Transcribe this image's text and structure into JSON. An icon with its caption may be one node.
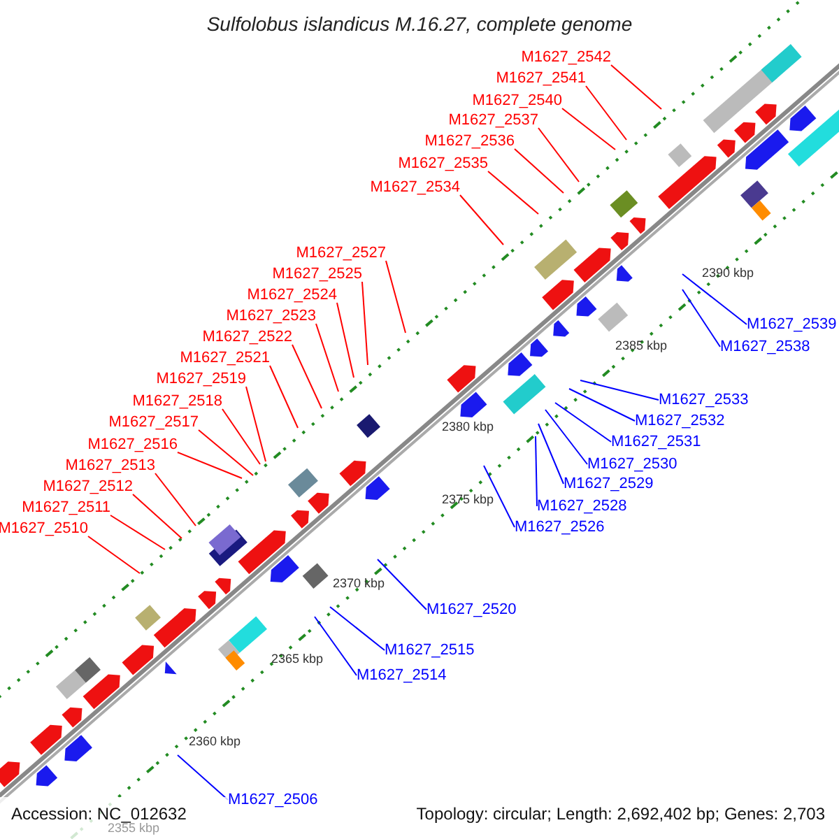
{
  "diagram": {
    "title": "Sulfolobus islandicus M.16.27, complete genome",
    "nodes": [
      {
        "text": [
          "M1627_2542"
        ]
      },
      {
        "text": [
          "M1627_2541"
        ]
      },
      {
        "text": [
          "M1627_2540"
        ]
      },
      {
        "text": [
          "M1627_2537"
        ]
      },
      {
        "text": [
          "M1627_2536"
        ]
      },
      {
        "text": [
          "M1627_2535"
        ]
      },
      {
        "text": [
          "M1627_2534"
        ]
      },
      {
        "text": [
          "M1627_2527"
        ]
      },
      {
        "text": [
          "M1627_2525"
        ]
      },
      {
        "text": [
          "M1627_2524"
        ]
      },
      {
        "text": [
          "M1627_2523"
        ]
      },
      {
        "text": [
          "M1627_2539"
        ]
      },
      {
        "text": [
          "M1627_2522"
        ]
      },
      {
        "text": [
          "M1627_2538"
        ]
      },
      {
        "text": [
          "M1627_2521"
        ]
      },
      {
        "text": [
          "M1627_2519"
        ]
      },
      {
        "text": [
          "M1627_2533"
        ]
      },
      {
        "text": [
          "M1627_2518"
        ]
      },
      {
        "text": [
          "M1627_2532"
        ]
      },
      {
        "text": [
          "M1627_2517"
        ]
      },
      {
        "text": [
          "M1627_2531"
        ]
      },
      {
        "text": [
          "M1627_2516"
        ]
      },
      {
        "text": [
          "M1627_2530"
        ]
      },
      {
        "text": [
          "M1627_2513"
        ]
      },
      {
        "text": [
          "M1627_2529"
        ]
      },
      {
        "text": [
          "M1627_2512"
        ]
      },
      {
        "text": [
          "M1627_2528"
        ]
      },
      {
        "text": [
          "M1627_2511"
        ]
      },
      {
        "text": [
          "M1627_2526"
        ]
      },
      {
        "text": [
          "M1627_2510"
        ]
      },
      {
        "text": [
          "M1627_2520"
        ]
      },
      {
        "text": [
          "M1627_2515"
        ]
      },
      {
        "text": [
          "M1627_2514"
        ]
      },
      {
        "text": [
          "M1627_2506"
        ]
      }
    ],
    "edges": [
      {
        "from": 0,
        "to": null,
        "arrow": "none"
      },
      {
        "from": 1,
        "to": null,
        "arrow": "none"
      },
      {
        "from": 2,
        "to": null,
        "arrow": "none"
      },
      {
        "from": 3,
        "to": null,
        "arrow": "none"
      },
      {
        "from": 4,
        "to": null,
        "arrow": "none"
      },
      {
        "from": 5,
        "to": null,
        "arrow": "none"
      },
      {
        "from": 6,
        "to": null,
        "arrow": "none"
      },
      {
        "from": 7,
        "to": null,
        "arrow": "none"
      },
      {
        "from": 8,
        "to": null,
        "arrow": "none"
      },
      {
        "from": 9,
        "to": null,
        "arrow": "none"
      },
      {
        "from": 10,
        "to": null,
        "arrow": "none"
      },
      {
        "from": 11,
        "to": null,
        "arrow": "none",
        "color": "#0000ff"
      },
      {
        "from": 12,
        "to": null,
        "arrow": "none"
      },
      {
        "from": 13,
        "to": null,
        "arrow": "none",
        "color": "#0000ff"
      },
      {
        "from": 14,
        "to": null,
        "arrow": "none"
      },
      {
        "from": 15,
        "to": null,
        "arrow": "none"
      },
      {
        "from": 16,
        "to": null,
        "arrow": "none",
        "color": "#0000ff"
      },
      {
        "from": 17,
        "to": null,
        "arrow": "none"
      },
      {
        "from": 18,
        "to": null,
        "arrow": "none",
        "color": "#0000ff"
      },
      {
        "from": 19,
        "to": null,
        "arrow": "none"
      },
      {
        "from": 20,
        "to": null,
        "arrow": "none",
        "color": "#0000ff"
      },
      {
        "from": 21,
        "to": null,
        "arrow": "none"
      },
      {
        "from": 22,
        "to": null,
        "arrow": "none",
        "color": "#0000ff"
      },
      {
        "from": 23,
        "to": null,
        "arrow": "none"
      },
      {
        "from": 24,
        "to": null,
        "arrow": "none",
        "color": "#0000ff"
      },
      {
        "from": 25,
        "to": null,
        "arrow": "none"
      },
      {
        "from": 26,
        "to": null,
        "arrow": "none",
        "color": "#0000ff"
      },
      {
        "from": 27,
        "to": null,
        "arrow": "none"
      },
      {
        "from": 28,
        "to": null,
        "arrow": "none",
        "color": "#0000ff"
      },
      {
        "from": 29,
        "to": null,
        "arrow": "none"
      },
      {
        "from": 30,
        "to": null,
        "arrow": "none",
        "color": "#0000ff"
      },
      {
        "from": 31,
        "to": null,
        "arrow": "none",
        "color": "#0000ff"
      },
      {
        "from": 32,
        "to": null,
        "arrow": "none",
        "color": "#0000ff"
      },
      {
        "from": 33,
        "to": null,
        "arrow": "none",
        "color": "#0000ff"
      }
    ],
    "labels": [
      "2390 kbp",
      "2385 kbp",
      "2380 kbp",
      "2375 kbp",
      "2370 kbp",
      "2365 kbp",
      "2360 kbp",
      "Accession: NC_012632",
      "Topology: circular; Length: 2,692,402 bp; Genes: 2,703",
      "2355 kbp"
    ]
  }
}
